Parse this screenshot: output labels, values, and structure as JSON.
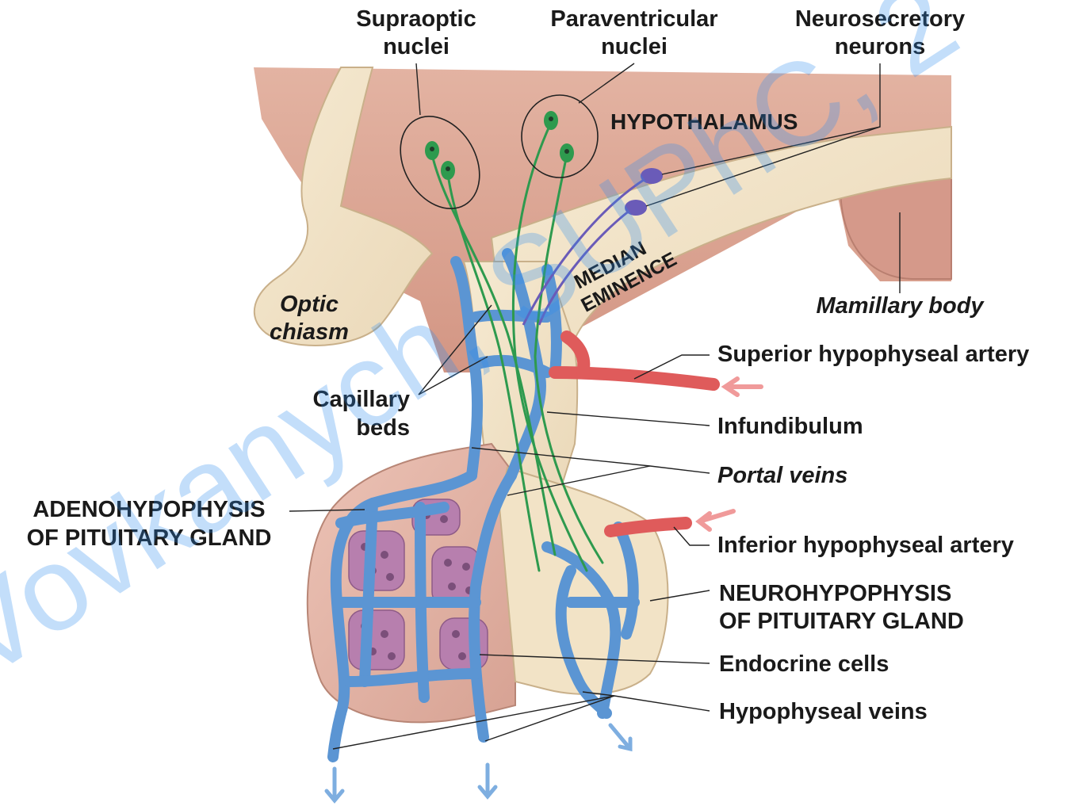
{
  "labels": {
    "supraoptic_1": "Supraoptic",
    "supraoptic_2": "nuclei",
    "paraventricular_1": "Paraventricular",
    "paraventricular_2": "nuclei",
    "neurosecretory_1": "Neurosecretory",
    "neurosecretory_2": "neurons",
    "hypothalamus": "HYPOTHALAMUS",
    "median_1": "MEDIAN",
    "median_2": "EMINENCE",
    "optic_1": "Optic",
    "optic_2": "chiasm",
    "mamillary": "Mamillary body",
    "superior_artery": "Superior hypophyseal artery",
    "capillary_1": "Capillary",
    "capillary_2": "beds",
    "infundibulum": "Infundibulum",
    "portal_veins": "Portal veins",
    "adeno_1": "ADENOHYPOPHYSIS",
    "adeno_2": "OF PITUITARY GLAND",
    "inferior_artery": "Inferior hypophyseal artery",
    "neuro_1": "NEUROHYPOPHYSIS",
    "neuro_2": "OF PITUITARY GLAND",
    "endocrine": "Endocrine cells",
    "hypophyseal_veins": "Hypophyseal veins"
  },
  "watermark": "Vovkanych, SUPhC, 2",
  "colors": {
    "hypothalamus_tissue": "#d9a495",
    "pale_tissue": "#f3e6cc",
    "vein_blue": "#5b95d3",
    "artery_red": "#df5b5b",
    "neuron_green": "#2e9a4e",
    "neuron_purple": "#6a5bb8",
    "cell_purple": "#b77fae",
    "watermark": "#2c8df0"
  }
}
